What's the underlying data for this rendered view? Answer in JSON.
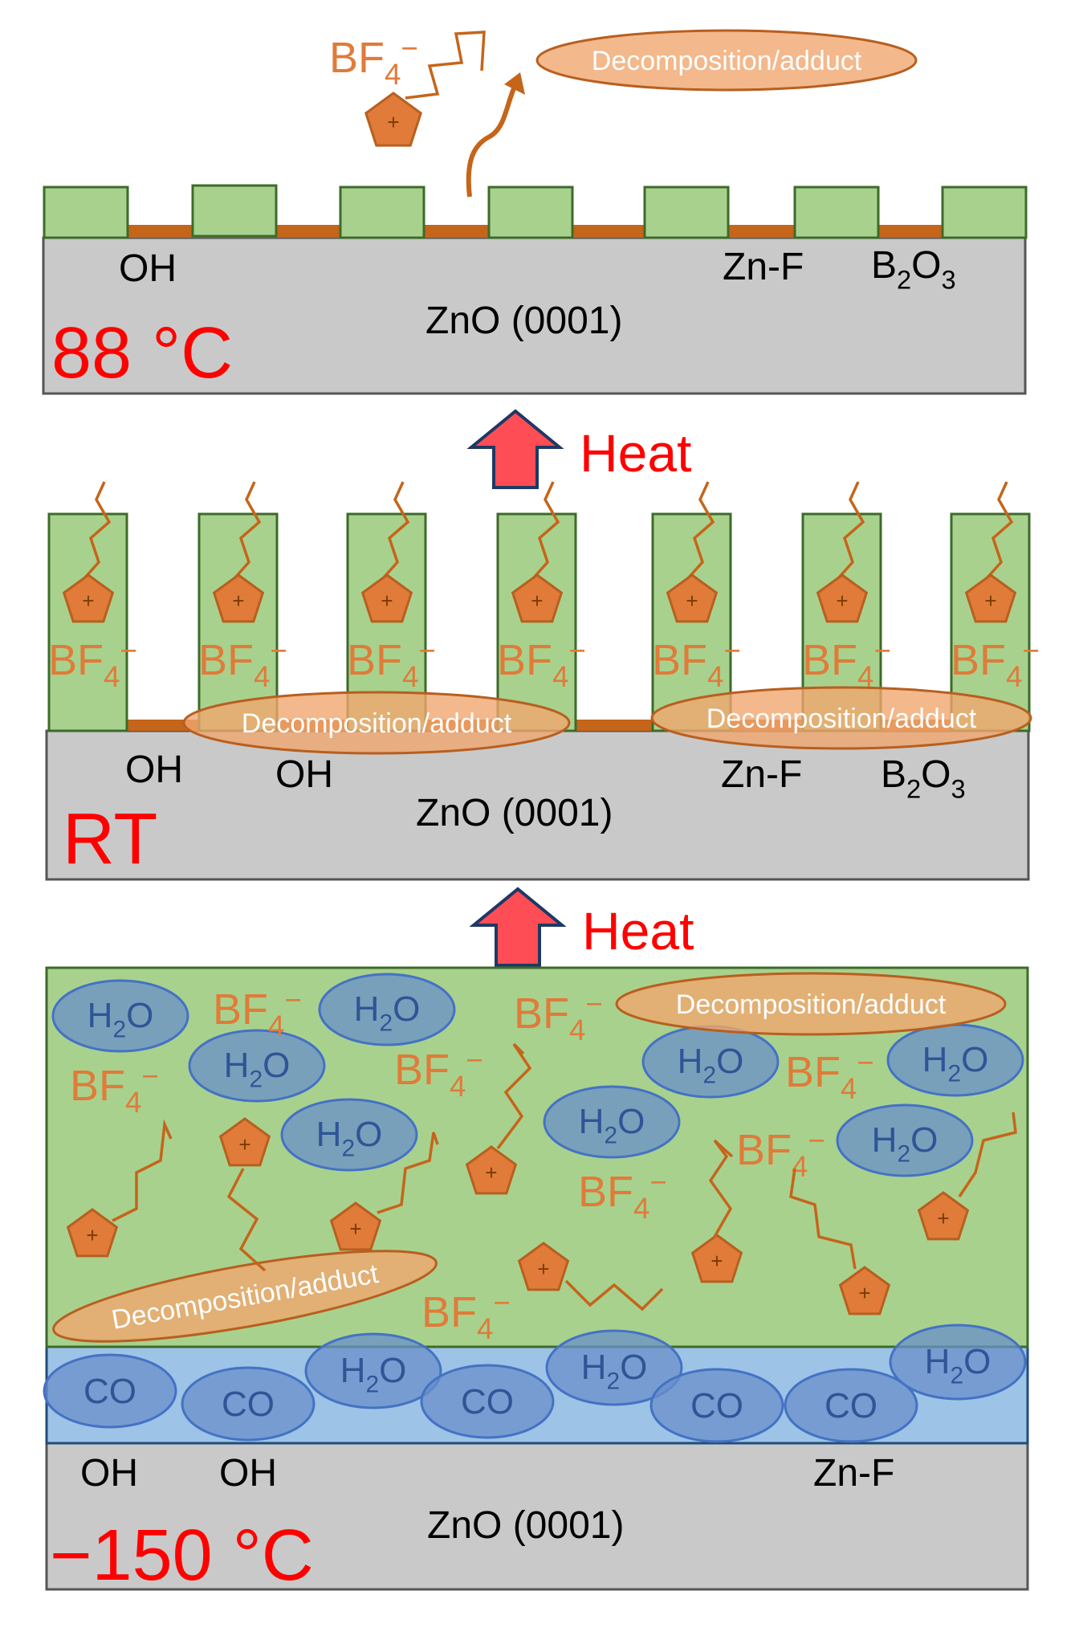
{
  "colors": {
    "substrate": "#c9c9c9",
    "film": "#a9d18e",
    "film_border": "#3d6b2a",
    "co_layer": "#9dc3e6",
    "ellipse_blue": "#4472c4",
    "ellipse_blue_fill": "#6a8fc9",
    "orange": "#e07b39",
    "orange_dark": "#b85f1f",
    "orange_light": "#f0a66e",
    "heat_arrow": "#ff4d55",
    "red_text": "#ff0000",
    "decomp_line": "#c5651a"
  },
  "top_panel": {
    "temperature": "88 °C",
    "substrate_label": "ZnO (0001)",
    "surface_labels": {
      "oh": "OH",
      "znf": "Zn-F",
      "b2o3_main": "B",
      "b2o3_sub1": "2",
      "b2o3_mid": "O",
      "b2o3_sub2": "3"
    },
    "decomposition_label": "Decomposition/adduct",
    "anion": {
      "main": "BF",
      "sub": "4",
      "sup": "−"
    },
    "cation_symbol": "+"
  },
  "heat_labels": {
    "upper": "Heat",
    "lower": "Heat"
  },
  "middle_panel": {
    "temperature": "RT",
    "substrate_label": "ZnO (0001)",
    "surface_labels": {
      "oh1": "OH",
      "oh2": "OH",
      "znf": "Zn-F",
      "b2o3_main": "B",
      "b2o3_sub1": "2",
      "b2o3_mid": "O",
      "b2o3_sub2": "3"
    },
    "decomposition_labels": [
      "Decomposition/adduct",
      "Decomposition/adduct"
    ],
    "anion": {
      "main": "BF",
      "sub": "4",
      "sup": "−"
    },
    "cation_symbol": "+"
  },
  "bottom_panel": {
    "temperature": "−150 °C",
    "substrate_label": "ZnO (0001)",
    "surface_labels": {
      "oh1": "OH",
      "oh2": "OH",
      "znf": "Zn-F"
    },
    "decomposition_labels": [
      "Decomposition/adduct",
      "Decomposition/adduct"
    ],
    "water": {
      "main": "H",
      "sub": "2",
      "rest": "O"
    },
    "co_label": "CO",
    "anion": {
      "main": "BF",
      "sub": "4",
      "sup": "−"
    },
    "cation_symbol": "+"
  }
}
